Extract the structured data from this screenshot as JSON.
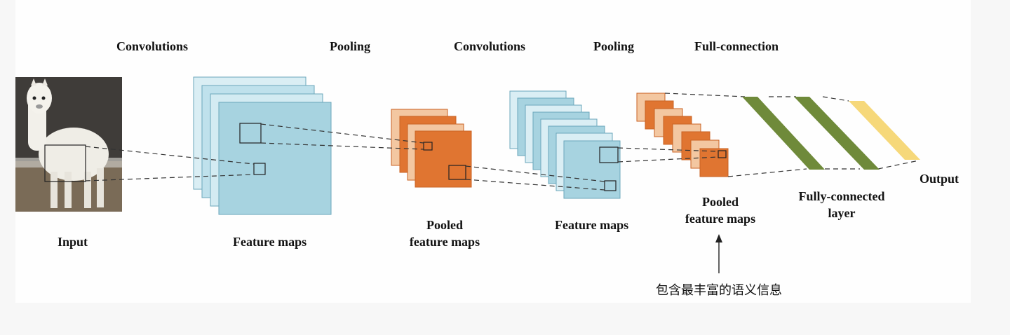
{
  "stage_labels": {
    "conv1": "Convolutions",
    "pool1": "Pooling",
    "conv2": "Convolutions",
    "pool2": "Pooling",
    "fc": "Full-connection"
  },
  "bottom_labels": {
    "input": "Input",
    "feature_maps_1": "Feature maps",
    "pooled_1_line1": "Pooled",
    "pooled_1_line2": "feature maps",
    "feature_maps_2": "Feature maps",
    "pooled_2_line1": "Pooled",
    "pooled_2_line2": "feature maps",
    "fc_line1": "Fully-connected",
    "fc_line2": "layer",
    "output": "Output"
  },
  "annotation": "包含最丰富的语义信息",
  "colors": {
    "feature_map_fill": "#a7d3e0",
    "feature_map_light": "#daeef4",
    "pooled_fill": "#e07531",
    "pooled_light": "#f3c7a1",
    "fc_band": "#6f8a3a",
    "output_band": "#f6d87a",
    "text": "#111111"
  },
  "input_image": "llama-photo"
}
